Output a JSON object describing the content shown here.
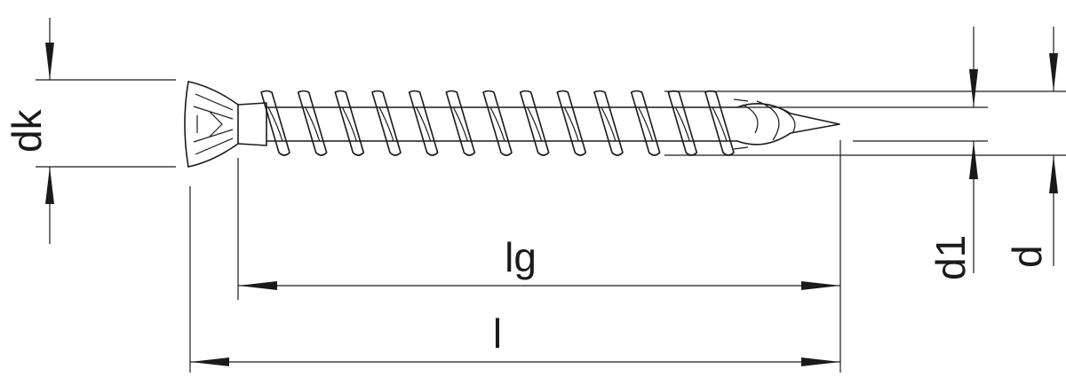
{
  "labels": {
    "dk": "dk",
    "lg": "lg",
    "l": "l",
    "d1": "d1",
    "d": "d"
  },
  "thread": {
    "turns": 13
  }
}
